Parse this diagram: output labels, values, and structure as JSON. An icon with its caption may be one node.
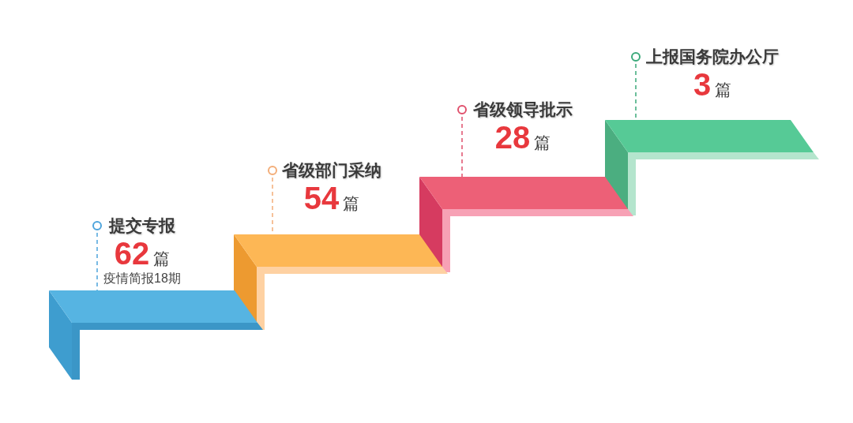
{
  "diagram": {
    "nodes": [
      {
        "text": [
          "提交专报",
          "62",
          "篇",
          "疫情简报18期"
        ]
      },
      {
        "text": [],
        "shape": "step"
      },
      {
        "text": [
          "省级部门采纳",
          "54",
          "篇"
        ]
      },
      {
        "text": [],
        "shape": "step"
      },
      {
        "text": [
          "省级领导批示",
          "28",
          "篇"
        ]
      },
      {
        "text": [],
        "shape": "step"
      },
      {
        "text": [
          "上报国务院办公厅",
          "3",
          "篇"
        ]
      },
      {
        "text": [],
        "shape": "step"
      }
    ],
    "edges": [
      {
        "from": 0,
        "to": 1,
        "arrow": "other",
        "style": "dashed",
        "color": "#4ea4dc"
      },
      {
        "from": 2,
        "to": 3,
        "arrow": "other",
        "style": "dashed",
        "color": "#f3ad78"
      },
      {
        "from": 4,
        "to": 5,
        "arrow": "other",
        "style": "dashed",
        "color": "#e0506c"
      },
      {
        "from": 6,
        "to": 7,
        "arrow": "other",
        "style": "dashed",
        "color": "#3ba97a"
      }
    ]
  }
}
